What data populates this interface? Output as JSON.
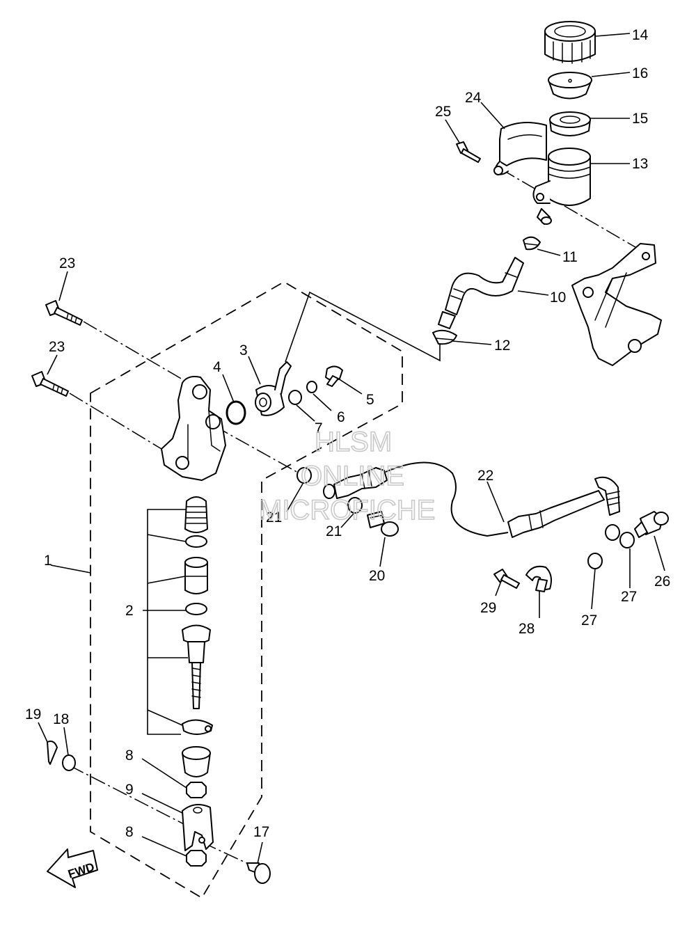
{
  "watermark": {
    "line1": "HLSM",
    "line2": "ONLINE",
    "line3": "MICROFICHE"
  },
  "fwd_label": "FWD",
  "callouts": [
    {
      "id": "c1",
      "label": "1"
    },
    {
      "id": "c2",
      "label": "2"
    },
    {
      "id": "c3",
      "label": "3"
    },
    {
      "id": "c4",
      "label": "4"
    },
    {
      "id": "c5",
      "label": "5"
    },
    {
      "id": "c6",
      "label": "6"
    },
    {
      "id": "c7",
      "label": "7"
    },
    {
      "id": "c8a",
      "label": "8"
    },
    {
      "id": "c8b",
      "label": "8"
    },
    {
      "id": "c9",
      "label": "9"
    },
    {
      "id": "c10",
      "label": "10"
    },
    {
      "id": "c11",
      "label": "11"
    },
    {
      "id": "c12",
      "label": "12"
    },
    {
      "id": "c13",
      "label": "13"
    },
    {
      "id": "c14",
      "label": "14"
    },
    {
      "id": "c15",
      "label": "15"
    },
    {
      "id": "c16",
      "label": "16"
    },
    {
      "id": "c17",
      "label": "17"
    },
    {
      "id": "c18",
      "label": "18"
    },
    {
      "id": "c19",
      "label": "19"
    },
    {
      "id": "c20",
      "label": "20"
    },
    {
      "id": "c21a",
      "label": "21"
    },
    {
      "id": "c21b",
      "label": "21"
    },
    {
      "id": "c22",
      "label": "22"
    },
    {
      "id": "c23a",
      "label": "23"
    },
    {
      "id": "c23b",
      "label": "23"
    },
    {
      "id": "c24",
      "label": "24"
    },
    {
      "id": "c25",
      "label": "25"
    },
    {
      "id": "c26",
      "label": "26"
    },
    {
      "id": "c27a",
      "label": "27"
    },
    {
      "id": "c27b",
      "label": "27"
    },
    {
      "id": "c28",
      "label": "28"
    },
    {
      "id": "c29",
      "label": "29"
    }
  ]
}
